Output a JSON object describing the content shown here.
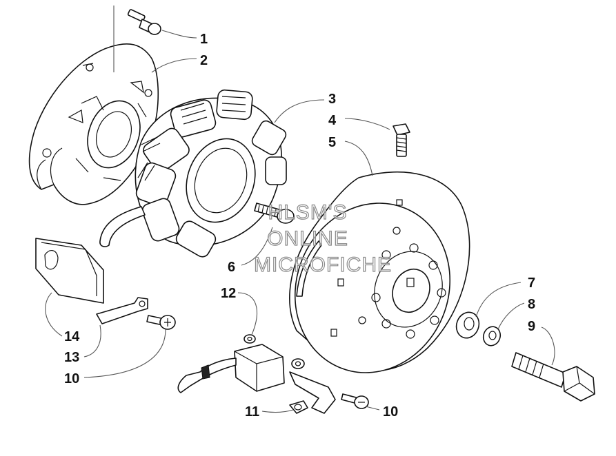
{
  "callouts": [
    {
      "id": "c1",
      "label": "1"
    },
    {
      "id": "c2",
      "label": "2"
    },
    {
      "id": "c3",
      "label": "3"
    },
    {
      "id": "c4",
      "label": "4"
    },
    {
      "id": "c5",
      "label": "5"
    },
    {
      "id": "c6",
      "label": "6"
    },
    {
      "id": "c7",
      "label": "7"
    },
    {
      "id": "c8",
      "label": "8"
    },
    {
      "id": "c9",
      "label": "9"
    },
    {
      "id": "c10a",
      "label": "10"
    },
    {
      "id": "c10b",
      "label": "10"
    },
    {
      "id": "c11",
      "label": "11"
    },
    {
      "id": "c12",
      "label": "12"
    },
    {
      "id": "c13",
      "label": "13"
    },
    {
      "id": "c14",
      "label": "14"
    }
  ],
  "watermark": {
    "line1": "HLSM'S",
    "line2": "ONLINE",
    "line3": "MICROFICHE"
  }
}
